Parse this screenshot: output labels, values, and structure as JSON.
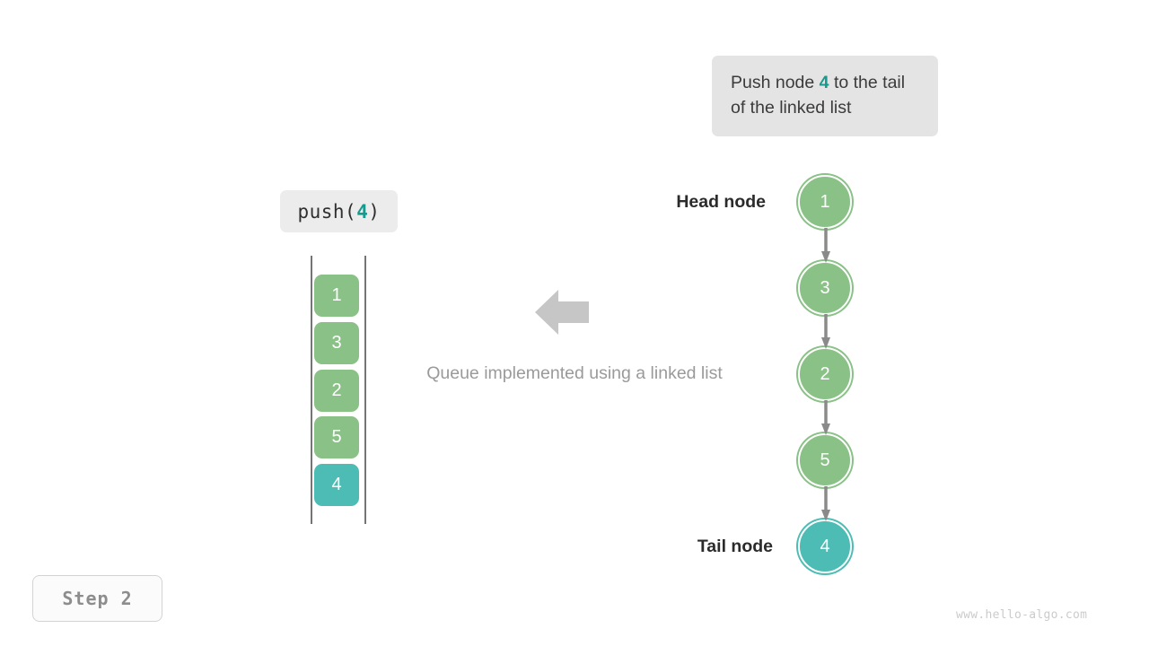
{
  "callout": {
    "text_before": "Push node ",
    "highlight": "4",
    "text_after": " to the tail of the linked list",
    "bg_color": "#e4e4e4",
    "highlight_color": "#179a8e"
  },
  "operation": {
    "label_prefix": "push(",
    "label_value": "4",
    "label_suffix": ")",
    "bg_color": "#ececec"
  },
  "queue": {
    "caption": "Queue implemented using a linked list",
    "arrow_direction": "left",
    "arrow_color": "#c6c6c6",
    "cells": [
      {
        "value": "1",
        "color": "#8ac187",
        "state": "existing"
      },
      {
        "value": "3",
        "color": "#8ac187",
        "state": "existing"
      },
      {
        "value": "2",
        "color": "#8ac187",
        "state": "existing"
      },
      {
        "value": "5",
        "color": "#8ac187",
        "state": "existing"
      },
      {
        "value": "4",
        "color": "#4cbcb4",
        "state": "new"
      }
    ]
  },
  "linked_list": {
    "head_label": "Head node",
    "tail_label": "Tail node",
    "link_color": "#8a8a8a",
    "nodes": [
      {
        "value": "1",
        "color": "#8ac187",
        "state": "existing"
      },
      {
        "value": "3",
        "color": "#8ac187",
        "state": "existing"
      },
      {
        "value": "2",
        "color": "#8ac187",
        "state": "existing"
      },
      {
        "value": "5",
        "color": "#8ac187",
        "state": "existing"
      },
      {
        "value": "4",
        "color": "#4cbcb4",
        "state": "new"
      }
    ]
  },
  "step_badge": {
    "label": "Step 2"
  },
  "watermark": {
    "text": "www.hello-algo.com"
  }
}
